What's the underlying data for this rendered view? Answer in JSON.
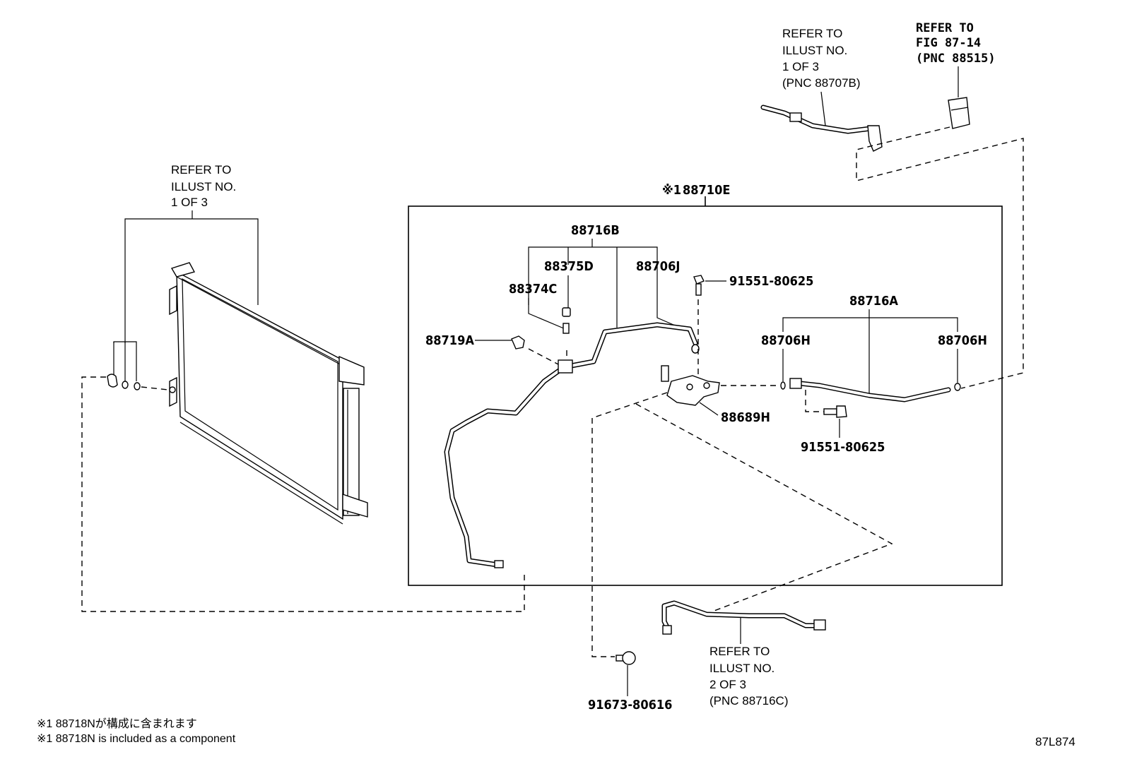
{
  "diagram": {
    "figure_code": "87L874",
    "assembly": {
      "prefix": "※1",
      "part_no": "88710E"
    },
    "parts": {
      "p88716B": "88716B",
      "p88375D": "88375D",
      "p88706J": "88706J",
      "p88374C": "88374C",
      "p88719A": "88719A",
      "p91551_top": "91551-80625",
      "p88716A": "88716A",
      "p88706H_left": "88706H",
      "p88706H_right": "88706H",
      "p88689H": "88689H",
      "p91551_bottom": "91551-80625",
      "p91673": "91673-80616"
    },
    "references": {
      "condenser": [
        "REFER TO",
        "ILLUST NO.",
        "1 OF 3"
      ],
      "top_pipe": [
        "REFER TO",
        "ILLUST NO.",
        "1 OF 3",
        "(PNC 88707B)"
      ],
      "top_fig": [
        "REFER TO",
        "FIG 87-14",
        "(PNC 88515)"
      ],
      "bottom_pipe": [
        "REFER TO",
        "ILLUST NO.",
        "2 OF 3",
        "(PNC 88716C)"
      ]
    },
    "notes": {
      "jp": "※1 88718Nが構成に含まれます",
      "en": "※1 88718N is included as a component"
    }
  }
}
